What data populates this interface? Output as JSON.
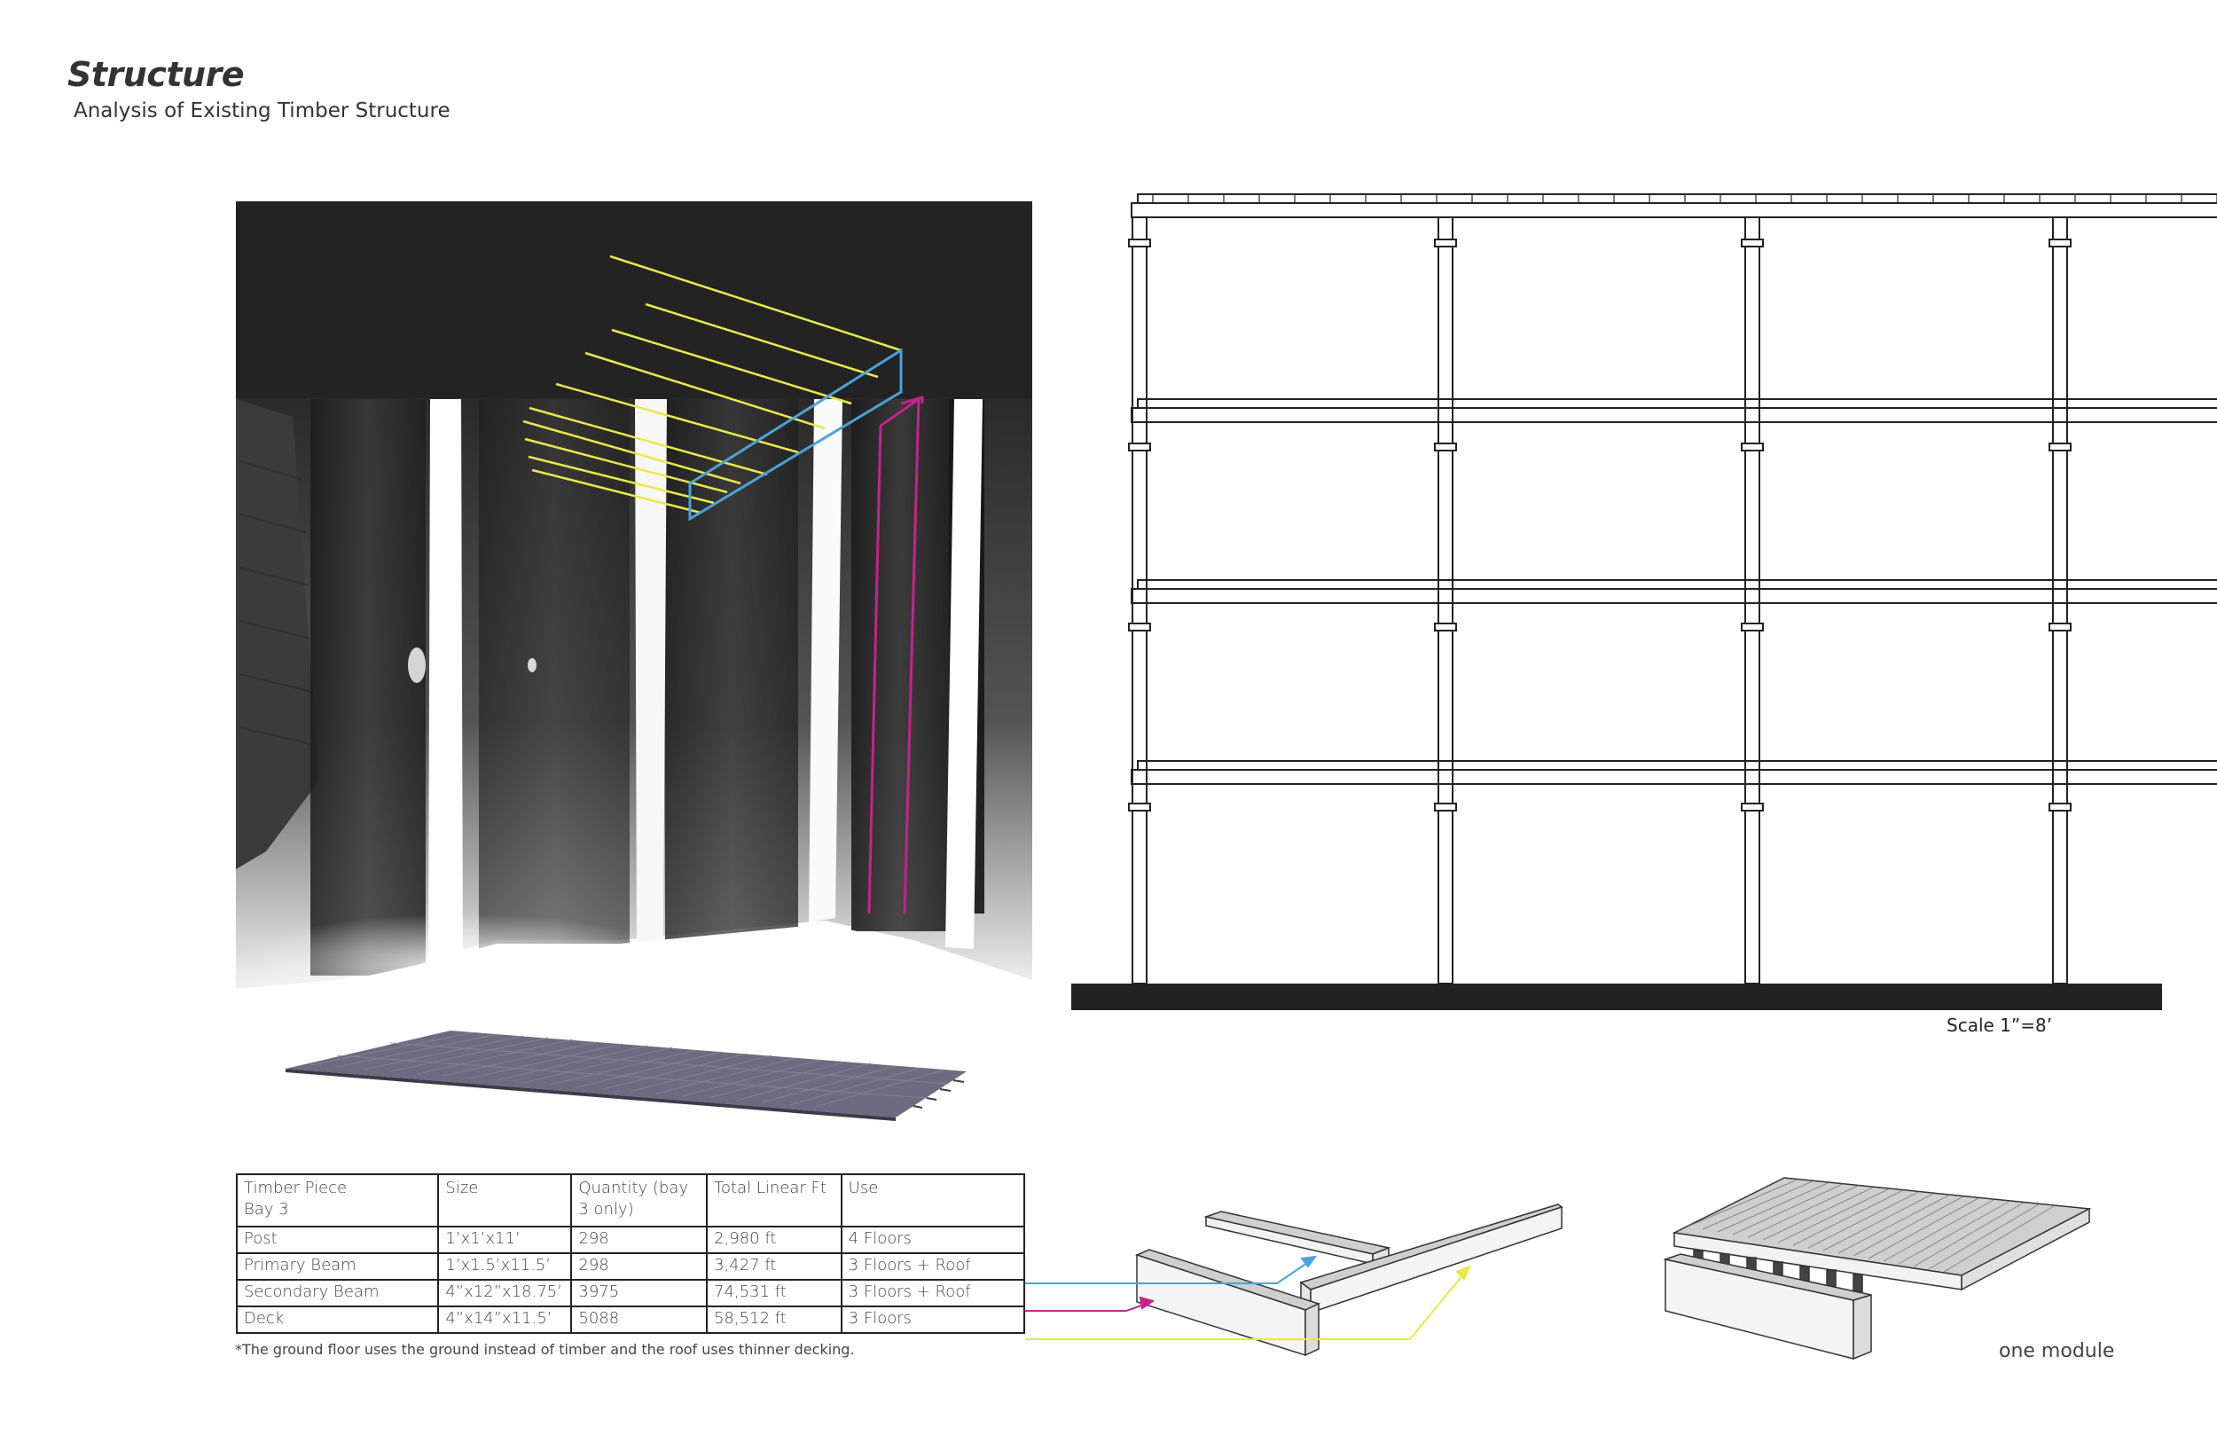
{
  "header": {
    "title": "Structure",
    "subtitle": "Analysis of Existing Timber Structure"
  },
  "elevation": {
    "scale_label": "Scale 1”=8’"
  },
  "module": {
    "label": "one module"
  },
  "table": {
    "columns": [
      "Timber Piece\nBay 3",
      "Size",
      "Quantity (bay\n3 only)",
      "Total Linear Ft",
      "Use"
    ],
    "rows": [
      [
        "Post",
        "1’x1’x11’",
        "298",
        "2,980 ft",
        "4 Floors"
      ],
      [
        "Primary Beam",
        "1’x1.5’x11.5’",
        "298",
        "3,427 ft",
        "3 Floors + Roof"
      ],
      [
        "Secondary Beam",
        "4”x12”x18.75’",
        "3975",
        "74,531 ft",
        "3 Floors + Roof"
      ],
      [
        "Deck",
        "4”x14”x11.5’",
        "5088",
        "58,512 ft",
        "3 Floors"
      ]
    ],
    "footnote": "*The ground floor uses the ground instead of timber and the roof uses thinner decking."
  },
  "colors": {
    "primary_beam": "#4aa3d8",
    "secondary_beam": "#e8e84a",
    "post": "#c4248c",
    "ground": "#222222",
    "deck": "#6e6b80"
  }
}
